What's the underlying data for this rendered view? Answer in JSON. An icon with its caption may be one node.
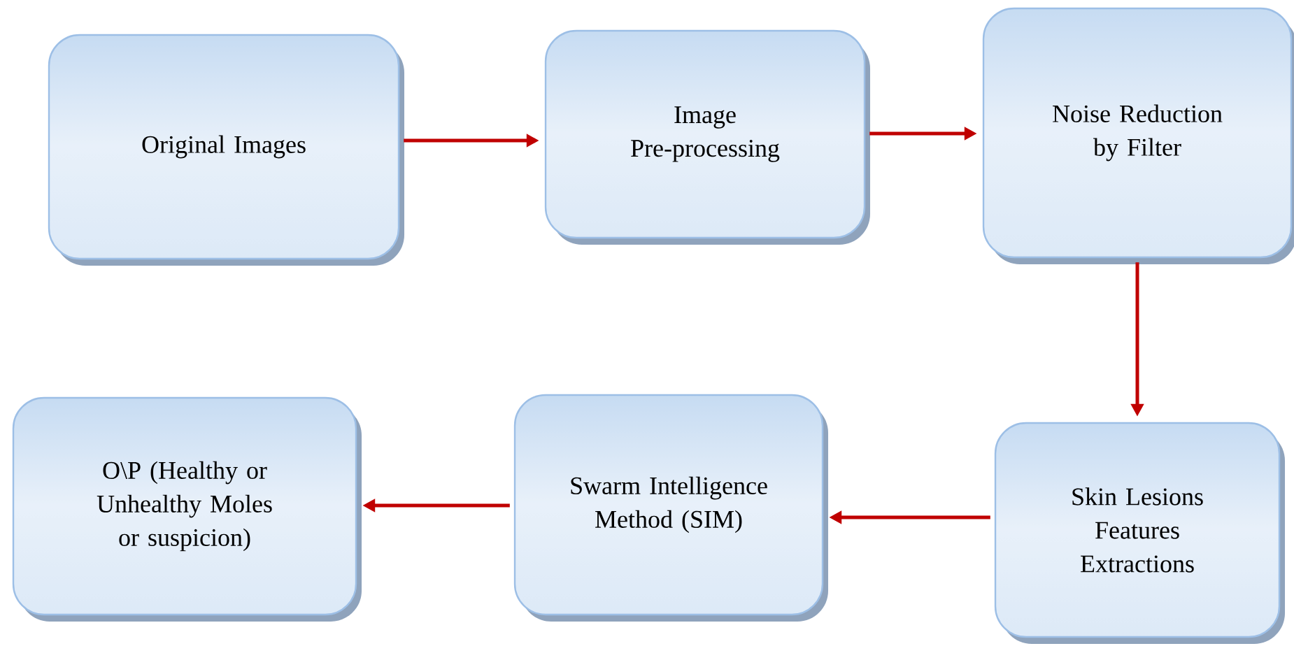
{
  "diagram": {
    "nodes": [
      {
        "text": [
          "Original Images"
        ]
      },
      {
        "text": [
          "Image Pre-processing"
        ]
      },
      {
        "text": [
          "Noise Reduction by Filter"
        ]
      },
      {
        "text": [
          "Skin Lesions Features Extractions"
        ]
      },
      {
        "text": [
          "Swarm Intelligence Method (SIM)"
        ]
      },
      {
        "text": [
          "O\\P (Healthy or Unhealthy Moles or suspicion)"
        ]
      }
    ],
    "edges": [
      {
        "from": 0,
        "to": 1,
        "arrow": "to"
      },
      {
        "from": 1,
        "to": 2,
        "arrow": "to"
      },
      {
        "from": 2,
        "to": 3,
        "arrow": "to"
      },
      {
        "from": 3,
        "to": 4,
        "arrow": "to"
      },
      {
        "from": 4,
        "to": 5,
        "arrow": "to"
      }
    ]
  }
}
